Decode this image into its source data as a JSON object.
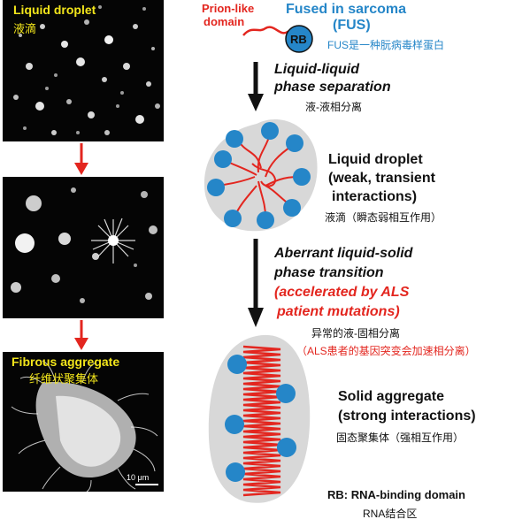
{
  "left_panels": [
    {
      "title": "Liquid droplet",
      "subtitle": "液滴"
    },
    {
      "title": "",
      "subtitle": ""
    },
    {
      "title": "Fibrous aggregate",
      "subtitle": "纤维状聚集体",
      "scale_bar": "10 μm"
    }
  ],
  "protein": {
    "prion_label_1": "Prion-like",
    "prion_label_2": "domain",
    "rb": "RB",
    "name_1": "Fused in sarcoma",
    "name_2": "(FUS)",
    "name_cn": "FUS是一种朊病毒样蛋白"
  },
  "step1": {
    "line1": "Liquid-liquid",
    "line2": "phase separation",
    "cn": "液-液相分离"
  },
  "droplet": {
    "line1": "Liquid droplet",
    "line2": "(weak, transient",
    "line3": "interactions)",
    "cn": "液滴（瞬态弱相互作用）"
  },
  "step2": {
    "line1": "Aberrant liquid-solid",
    "line2": "phase transition",
    "line3": "(accelerated by ALS",
    "line4": "patient mutations)",
    "cn1": "异常的液-固相分离",
    "cn2": "（ALS患者的基因突变会加速相分离）"
  },
  "aggregate": {
    "line1": "Solid aggregate",
    "line2": "(strong interactions)",
    "cn": "固态聚集体（强相互作用）"
  },
  "legend": {
    "line1": "RB: RNA-binding domain",
    "line2": "RNA结合区"
  },
  "colors": {
    "blue": "#2586c8",
    "red": "#e3261f",
    "gray": "#d8d8d8"
  }
}
